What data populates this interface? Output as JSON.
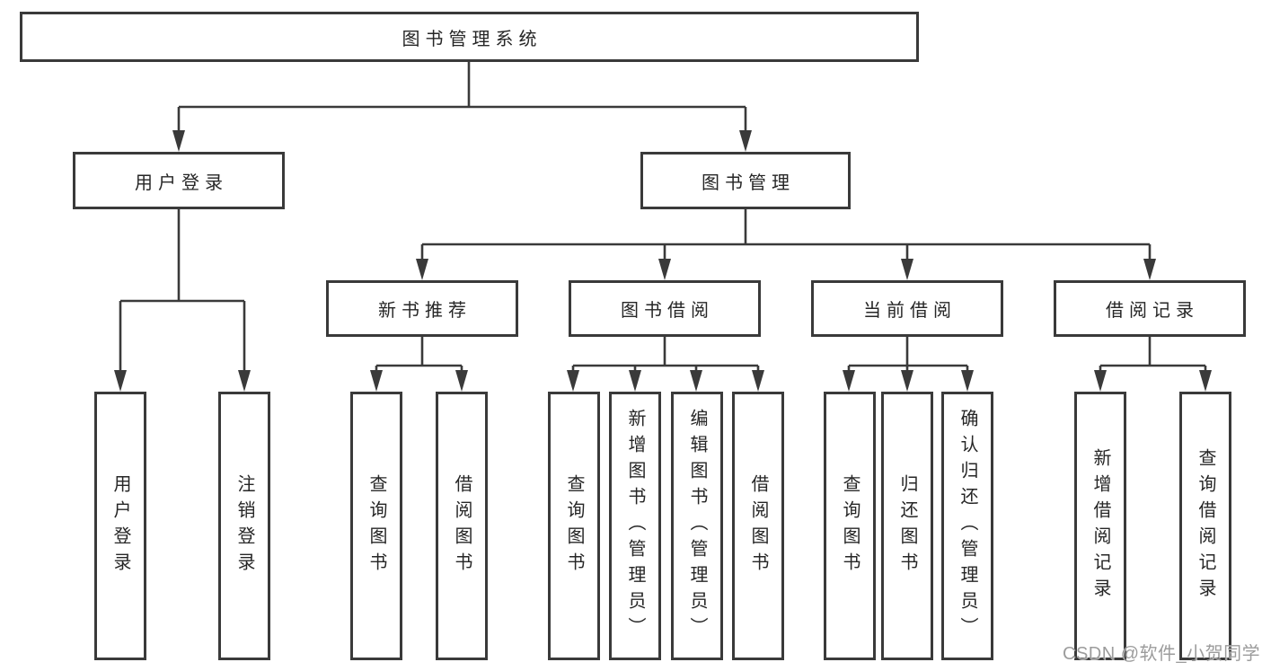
{
  "diagram": {
    "root": {
      "label": "图书管理系统"
    },
    "level2": [
      {
        "label": "用户登录"
      },
      {
        "label": "图书管理"
      }
    ],
    "level3": [
      {
        "label": "新书推荐"
      },
      {
        "label": "图书借阅"
      },
      {
        "label": "当前借阅"
      },
      {
        "label": "借阅记录"
      }
    ],
    "leaves": {
      "login": [
        "用户登录",
        "注销登录"
      ],
      "recommend": [
        "查询图书",
        "借阅图书"
      ],
      "borrow": [
        "查询图书",
        "新增图书（管理员）",
        "编辑图书（管理员）",
        "借阅图书"
      ],
      "current": [
        "查询图书",
        "归还图书",
        "确认归还（管理员）"
      ],
      "records": [
        "新增借阅记录",
        "查询借阅记录"
      ]
    }
  },
  "watermark": {
    "text": "CSDN @软件_小贺同学"
  },
  "colors": {
    "line": "#3a3a3a",
    "text": "#262626",
    "watermark": "#9c9c9c",
    "background": "#ffffff"
  }
}
